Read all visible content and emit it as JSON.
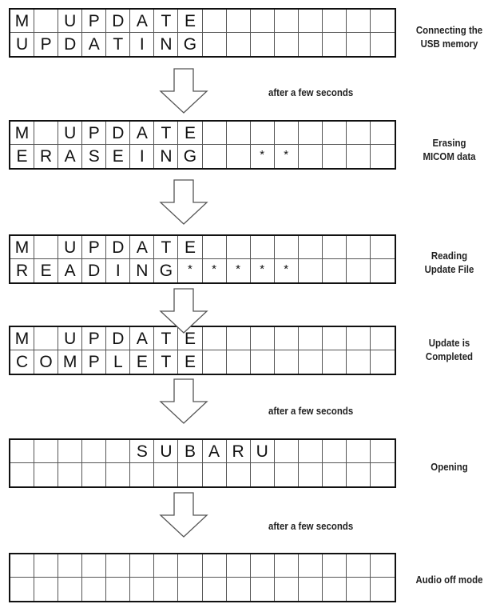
{
  "screens": [
    {
      "name": "update",
      "rows": [
        [
          "M",
          "",
          "U",
          "P",
          "D",
          "A",
          "T",
          "E",
          "",
          "",
          "",
          "",
          "",
          "",
          "",
          ""
        ],
        [
          "U",
          "P",
          "D",
          "A",
          "T",
          "I",
          "N",
          "G",
          "",
          "",
          "",
          "",
          "",
          "",
          "",
          ""
        ]
      ],
      "label": [
        "Connecting the",
        "USB memory"
      ]
    },
    {
      "name": "erasing",
      "rows": [
        [
          "M",
          "",
          "U",
          "P",
          "D",
          "A",
          "T",
          "E",
          "",
          "",
          "",
          "",
          "",
          "",
          "",
          ""
        ],
        [
          "E",
          "R",
          "A",
          "S",
          "E",
          "I",
          "N",
          "G",
          "",
          "",
          "*",
          "*",
          "",
          "",
          "",
          ""
        ]
      ],
      "label": [
        "Erasing",
        "MICOM data"
      ]
    },
    {
      "name": "reading",
      "rows": [
        [
          "M",
          "",
          "U",
          "P",
          "D",
          "A",
          "T",
          "E",
          "",
          "",
          "",
          "",
          "",
          "",
          "",
          ""
        ],
        [
          "R",
          "E",
          "A",
          "D",
          "I",
          "N",
          "G",
          "*",
          "*",
          "*",
          "*",
          "*",
          "",
          "",
          "",
          ""
        ]
      ],
      "label": [
        "Reading",
        "Update File"
      ]
    },
    {
      "name": "complete",
      "rows": [
        [
          "M",
          "",
          "U",
          "P",
          "D",
          "A",
          "T",
          "E",
          "",
          "",
          "",
          "",
          "",
          "",
          "",
          ""
        ],
        [
          "C",
          "O",
          "M",
          "P",
          "L",
          "E",
          "T",
          "E",
          "",
          "",
          "",
          "",
          "",
          "",
          "",
          ""
        ]
      ],
      "label": [
        "Update is",
        "Completed"
      ]
    },
    {
      "name": "opening",
      "rows": [
        [
          "",
          "",
          "",
          "",
          "",
          "S",
          "U",
          "B",
          "A",
          "R",
          "U",
          "",
          "",
          "",
          "",
          ""
        ],
        [
          "",
          "",
          "",
          "",
          "",
          "",
          "",
          "",
          "",
          "",
          "",
          "",
          "",
          "",
          "",
          ""
        ]
      ],
      "label": [
        "Opening"
      ]
    },
    {
      "name": "audio-off",
      "rows": [
        [
          "",
          "",
          "",
          "",
          "",
          "",
          "",
          "",
          "",
          "",
          "",
          "",
          "",
          "",
          "",
          ""
        ],
        [
          "",
          "",
          "",
          "",
          "",
          "",
          "",
          "",
          "",
          "",
          "",
          "",
          "",
          "",
          "",
          ""
        ]
      ],
      "label": [
        "Audio off mode"
      ]
    }
  ],
  "transitions": [
    {
      "note": "after a few seconds"
    },
    {
      "note": ""
    },
    {
      "note": ""
    },
    {
      "note": "after a few seconds"
    },
    {
      "note": "after a few seconds"
    }
  ],
  "colors": {
    "line": "#111111",
    "grid": "#555555",
    "text": "#222222"
  }
}
